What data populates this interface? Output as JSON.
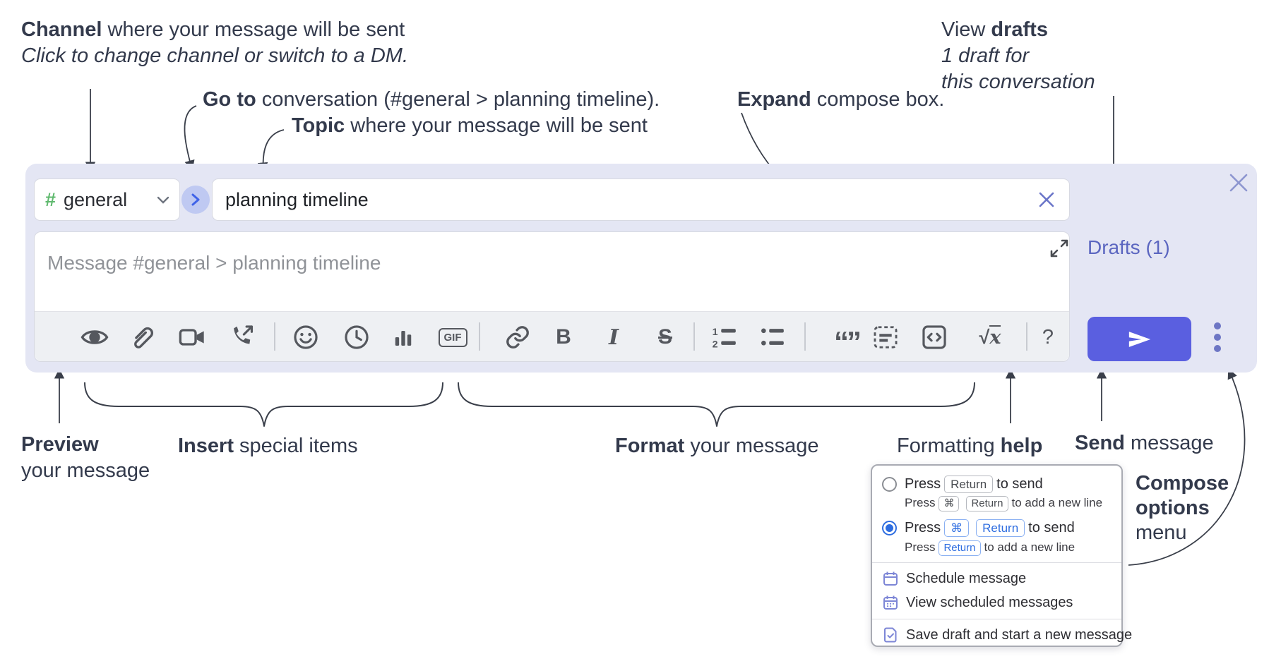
{
  "annotations": {
    "channel": {
      "bold": "Channel",
      "rest": " where your message will be sent",
      "line2": "Click to change channel or switch to a DM."
    },
    "goto": {
      "bold": "Go to",
      "rest": " conversation (#general > planning timeline)."
    },
    "topic": {
      "bold": "Topic",
      "rest": " where your message will be sent"
    },
    "expand": {
      "bold": "Expand",
      "rest": " compose box."
    },
    "drafts": {
      "line1_pre": "View ",
      "line1_bold": "drafts",
      "line2": "1 draft for",
      "line3": "this conversation"
    },
    "preview": {
      "bold": "Preview",
      "line2": "your message"
    },
    "insert": {
      "bold": "Insert",
      "rest": " special items"
    },
    "format": {
      "bold": "Format",
      "rest": " your message"
    },
    "help": {
      "pre": "Formatting ",
      "bold": "help"
    },
    "send": {
      "bold": "Send",
      "rest": " message"
    },
    "compose_options": {
      "line1": "Compose",
      "line2": "options",
      "line3": "menu"
    }
  },
  "compose": {
    "channel_selector": {
      "hash": "#",
      "channel_name": "general"
    },
    "topic_input": {
      "value": "planning timeline"
    },
    "message_input": {
      "placeholder": "Message #general > planning timeline"
    },
    "drafts_link": "Drafts (1)",
    "toolbar": {
      "bold_glyph": "B",
      "italic_glyph": "I",
      "strike_glyph": "S",
      "gif_label": "GIF",
      "quote_glyph": "“”",
      "math_radical": "√",
      "math_var": "x",
      "help_glyph": "?"
    }
  },
  "popup": {
    "option1": {
      "pre": "Press",
      "kbd": "Return",
      "post": "to send",
      "sub_pre": "Press",
      "sub_kbd1": "⌘",
      "sub_kbd2": "Return",
      "sub_post": "to add a new line"
    },
    "option2": {
      "pre": "Press",
      "kbd1": "⌘",
      "kbd2": "Return",
      "post": "to send",
      "sub_pre": "Press",
      "sub_kbd": "Return",
      "sub_post": "to add a new line"
    },
    "items": [
      "Schedule message",
      "View scheduled messages",
      "Save draft and start a new message"
    ]
  },
  "colors": {
    "accent": "#5a5fe0",
    "compose_bg": "#e4e6f4",
    "hash_green": "#5fb96e",
    "drafts_link": "#5b66c0",
    "kbd_blue": "#2e6de0",
    "menu_icon_purple": "#7d86d6",
    "toolbar_icon": "#55585e"
  }
}
